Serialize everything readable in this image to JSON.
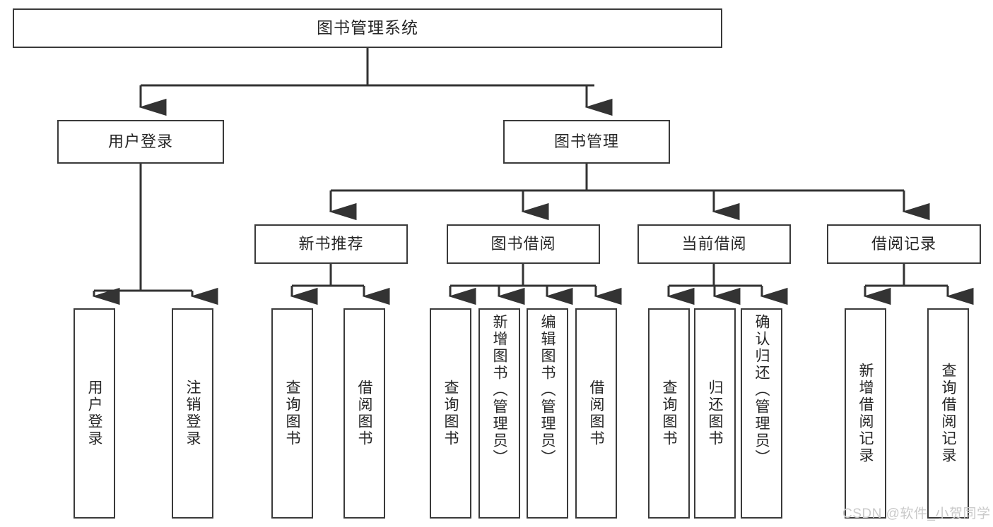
{
  "diagram": {
    "title": "图书管理系统",
    "type": "hierarchy-tree",
    "watermark": "CSDN @软件_小贺同学",
    "colors": {
      "background": "#ffffff",
      "box_border": "#3a3a3a",
      "box_fill": "#ffffff",
      "text": "#262626",
      "connector": "#333333",
      "watermark": "#c9c9c9"
    },
    "root": {
      "label": "图书管理系统"
    },
    "level2": [
      {
        "label": "用户登录"
      },
      {
        "label": "图书管理"
      }
    ],
    "level3": [
      {
        "label": "新书推荐"
      },
      {
        "label": "图书借阅"
      },
      {
        "label": "当前借阅"
      },
      {
        "label": "借阅记录"
      }
    ],
    "leaves": {
      "user_login": [
        {
          "label": "用户登录"
        },
        {
          "label": "注销登录"
        }
      ],
      "new_book_recommend": [
        {
          "label": "查询图书"
        },
        {
          "label": "借阅图书"
        }
      ],
      "book_borrow": [
        {
          "label": "查询图书"
        },
        {
          "label": "新增图书（管理员）"
        },
        {
          "label": "编辑图书（管理员）"
        },
        {
          "label": "借阅图书"
        }
      ],
      "current_borrow": [
        {
          "label": "查询图书"
        },
        {
          "label": "归还图书"
        },
        {
          "label": "确认归还（管理员）"
        }
      ],
      "borrow_record": [
        {
          "label": "新增借阅记录"
        },
        {
          "label": "查询借阅记录"
        }
      ]
    }
  }
}
